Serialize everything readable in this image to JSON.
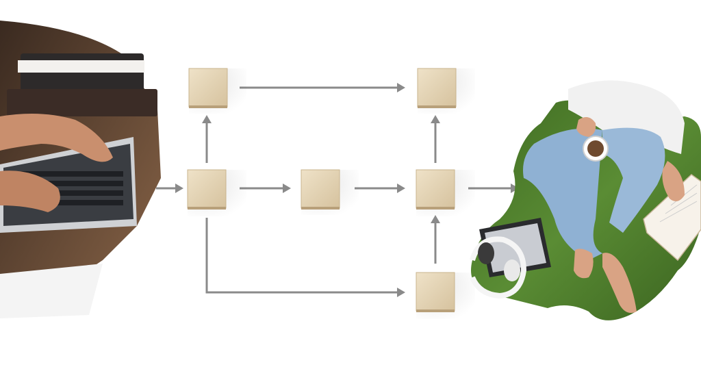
{
  "diagram": {
    "blocks": [
      "b1",
      "b2",
      "b3",
      "b4",
      "b5",
      "b6",
      "b7"
    ],
    "connections": [
      {
        "from": "input",
        "to": "b4"
      },
      {
        "from": "b4",
        "to": "b1"
      },
      {
        "from": "b1",
        "to": "b2"
      },
      {
        "from": "b4",
        "to": "b5"
      },
      {
        "from": "b5",
        "to": "b6"
      },
      {
        "from": "b6",
        "to": "b3"
      },
      {
        "from": "b4",
        "to": "b7"
      },
      {
        "from": "b7",
        "to": "b6"
      },
      {
        "from": "b6",
        "to": "output"
      }
    ],
    "left_image": "laptop-typing-photo",
    "right_image": "person-relaxing-on-grass-photo",
    "colors": {
      "block": "#e2d2b3",
      "arrow": "#8a8a8a",
      "grass": "#4f7d2f",
      "desk": "#6b4b33"
    }
  }
}
